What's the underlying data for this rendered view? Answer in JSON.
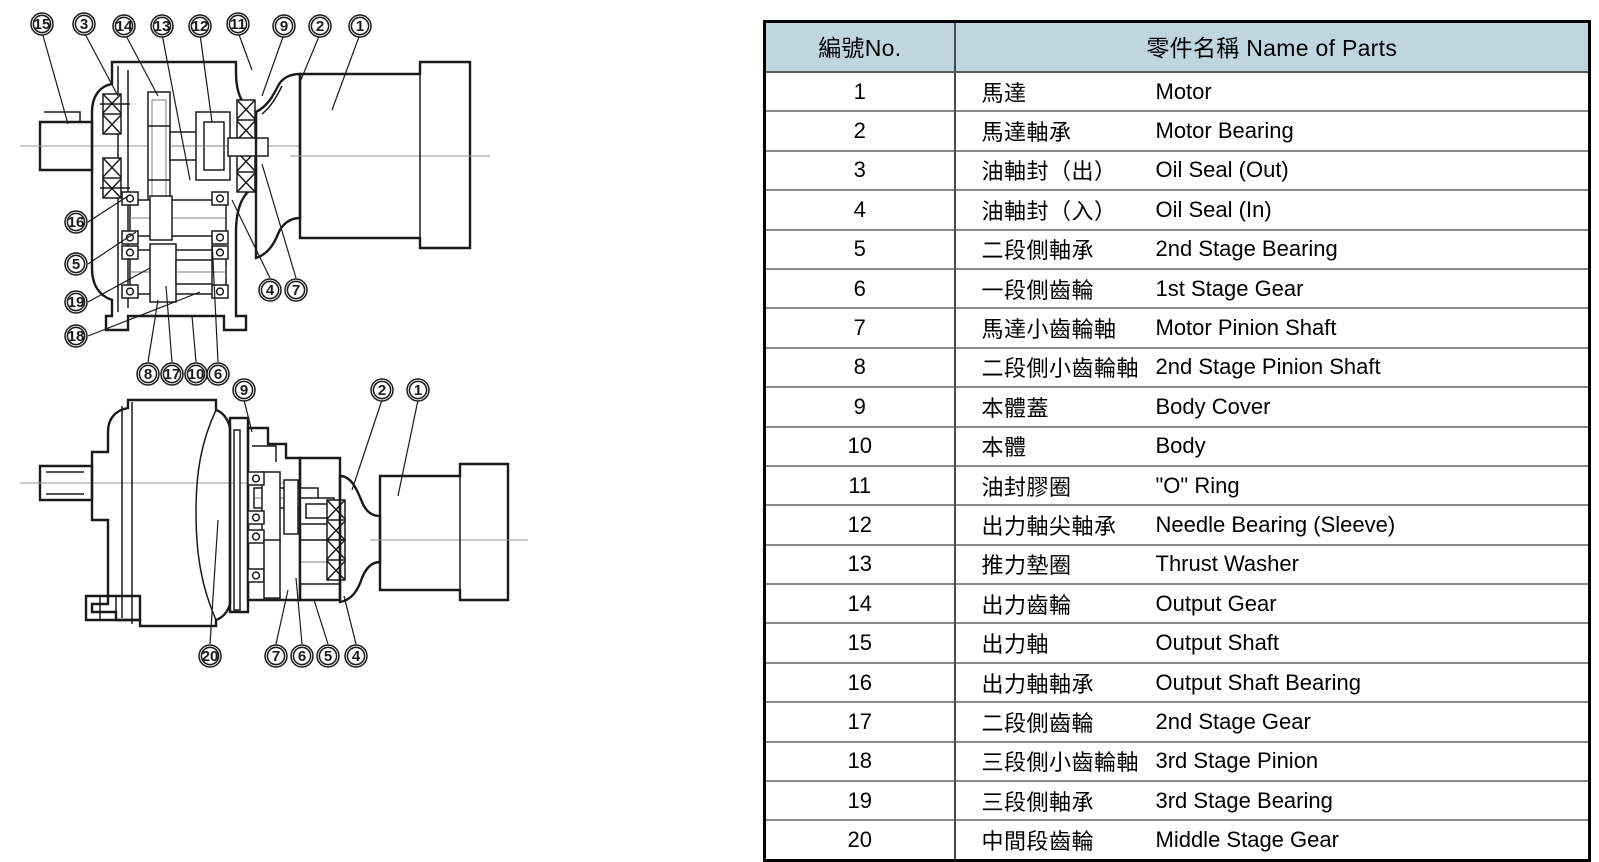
{
  "document": {
    "kind": "parts-breakdown-diagram",
    "description": "Gear reducer motor cross-section drawings with numbered part callouts and parts list table"
  },
  "table": {
    "headers": {
      "number": "編號No.",
      "name": "零件名稱 Name of Parts"
    },
    "rows": [
      {
        "no": "1",
        "zh": "馬達",
        "en": "Motor"
      },
      {
        "no": "2",
        "zh": "馬達軸承",
        "en": "Motor Bearing"
      },
      {
        "no": "3",
        "zh": "油軸封（出）",
        "en": "Oil Seal (Out)"
      },
      {
        "no": "4",
        "zh": "油軸封（入）",
        "en": "Oil Seal (In)"
      },
      {
        "no": "5",
        "zh": "二段側軸承",
        "en": "2nd Stage Bearing"
      },
      {
        "no": "6",
        "zh": "一段側齒輪",
        "en": "1st Stage Gear"
      },
      {
        "no": "7",
        "zh": "馬達小齒輪軸",
        "en": "Motor Pinion Shaft"
      },
      {
        "no": "8",
        "zh": "二段側小齒輪軸",
        "en": "2nd Stage Pinion Shaft"
      },
      {
        "no": "9",
        "zh": "本體蓋",
        "en": "Body Cover"
      },
      {
        "no": "10",
        "zh": "本體",
        "en": "Body"
      },
      {
        "no": "11",
        "zh": "油封膠圈",
        "en": "\"O\" Ring"
      },
      {
        "no": "12",
        "zh": "出力軸尖軸承",
        "en": "Needle Bearing (Sleeve)"
      },
      {
        "no": "13",
        "zh": "推力墊圈",
        "en": "Thrust Washer"
      },
      {
        "no": "14",
        "zh": "出力齒輪",
        "en": "Output Gear"
      },
      {
        "no": "15",
        "zh": "出力軸",
        "en": "Output Shaft"
      },
      {
        "no": "16",
        "zh": "出力軸軸承",
        "en": "Output Shaft Bearing"
      },
      {
        "no": "17",
        "zh": "二段側齒輪",
        "en": "2nd Stage Gear"
      },
      {
        "no": "18",
        "zh": "三段側小齒輪軸",
        "en": "3rd Stage Pinion"
      },
      {
        "no": "19",
        "zh": "三段側軸承",
        "en": "3rd Stage Bearing"
      },
      {
        "no": "20",
        "zh": "中間段齒輪",
        "en": "Middle Stage Gear"
      }
    ]
  },
  "drawings": {
    "top_view": {
      "callouts_top": [
        "15",
        "3",
        "14",
        "13",
        "12",
        "11",
        "9",
        "2",
        "1"
      ],
      "callouts_left": [
        "16",
        "5",
        "19",
        "18"
      ],
      "callouts_right": [
        "4",
        "7"
      ],
      "callouts_bottom": [
        "8",
        "17",
        "10",
        "6"
      ]
    },
    "side_view": {
      "callouts_top": [
        "9",
        "2",
        "1"
      ],
      "callouts_bottom": [
        "20",
        "7",
        "6",
        "5",
        "4"
      ]
    }
  },
  "colors": {
    "header_fill": "#bfd5e0",
    "table_border": "#000000",
    "row_rule": "#8a8a8a",
    "line_art": "#1a1a1a",
    "thin_line": "#8a8a8a"
  }
}
